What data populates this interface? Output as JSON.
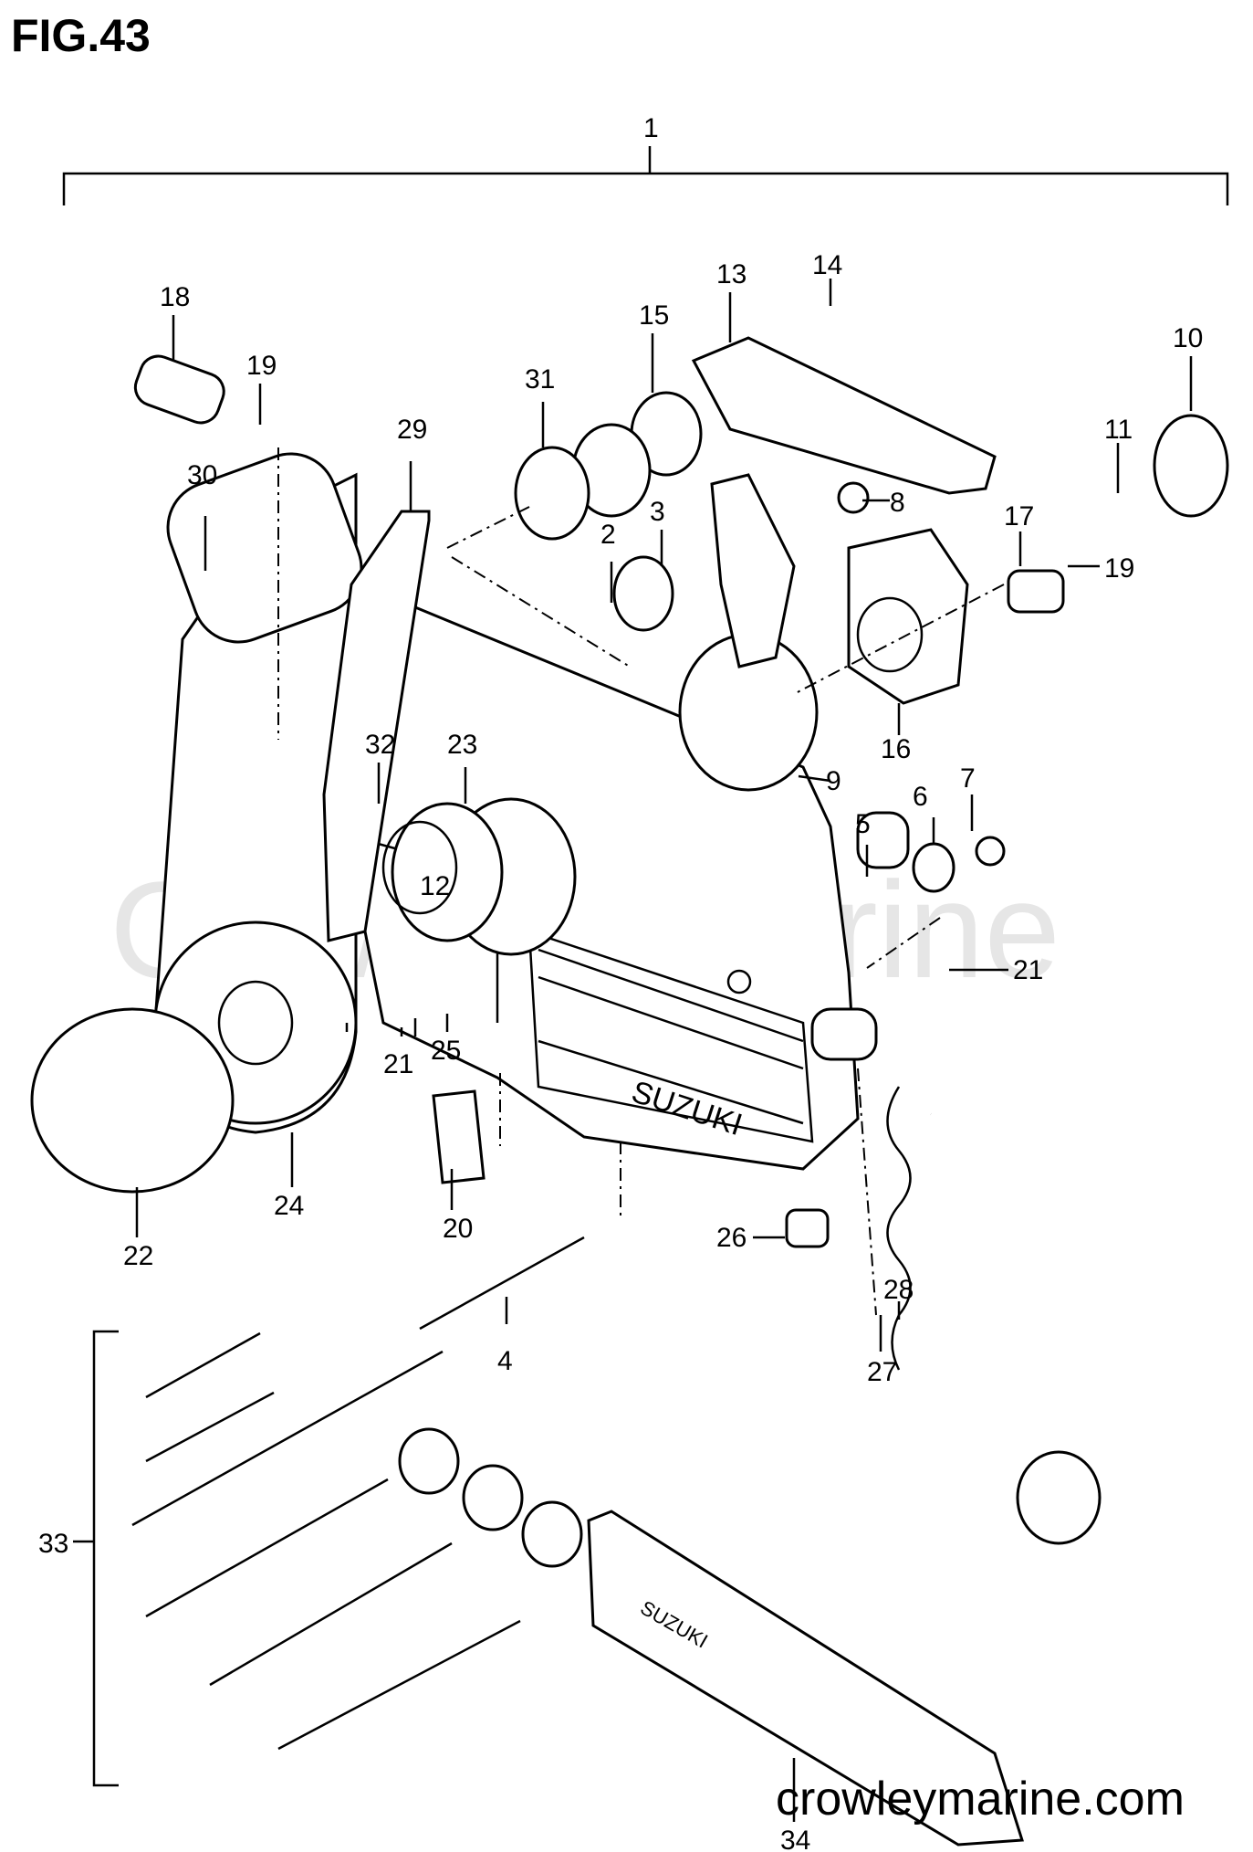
{
  "figure": {
    "title": "FIG.43",
    "watermark": "Crowley Marine",
    "site": "crowleymarine.com"
  },
  "callouts": [
    {
      "id": "1",
      "text": "1"
    },
    {
      "id": "2",
      "text": "2"
    },
    {
      "id": "3",
      "text": "3"
    },
    {
      "id": "4",
      "text": "4"
    },
    {
      "id": "5",
      "text": "5"
    },
    {
      "id": "6",
      "text": "6"
    },
    {
      "id": "7",
      "text": "7"
    },
    {
      "id": "8",
      "text": "8"
    },
    {
      "id": "9",
      "text": "9"
    },
    {
      "id": "10",
      "text": "10"
    },
    {
      "id": "11",
      "text": "11"
    },
    {
      "id": "12",
      "text": "12"
    },
    {
      "id": "13",
      "text": "13"
    },
    {
      "id": "14",
      "text": "14"
    },
    {
      "id": "15",
      "text": "15"
    },
    {
      "id": "16",
      "text": "16"
    },
    {
      "id": "17",
      "text": "17"
    },
    {
      "id": "18",
      "text": "18"
    },
    {
      "id": "19a",
      "text": "19"
    },
    {
      "id": "19b",
      "text": "19"
    },
    {
      "id": "20",
      "text": "20"
    },
    {
      "id": "21a",
      "text": "21"
    },
    {
      "id": "21b",
      "text": "21"
    },
    {
      "id": "22",
      "text": "22"
    },
    {
      "id": "23",
      "text": "23"
    },
    {
      "id": "24",
      "text": "24"
    },
    {
      "id": "25",
      "text": "25"
    },
    {
      "id": "26",
      "text": "26"
    },
    {
      "id": "27",
      "text": "27"
    },
    {
      "id": "28",
      "text": "28"
    },
    {
      "id": "29",
      "text": "29"
    },
    {
      "id": "30",
      "text": "30"
    },
    {
      "id": "31",
      "text": "31"
    },
    {
      "id": "32",
      "text": "32"
    },
    {
      "id": "33",
      "text": "33"
    },
    {
      "id": "34",
      "text": "34"
    }
  ],
  "labels": {
    "housing_brand": "SUZUKI",
    "plate_brand": "SUZUKI"
  }
}
